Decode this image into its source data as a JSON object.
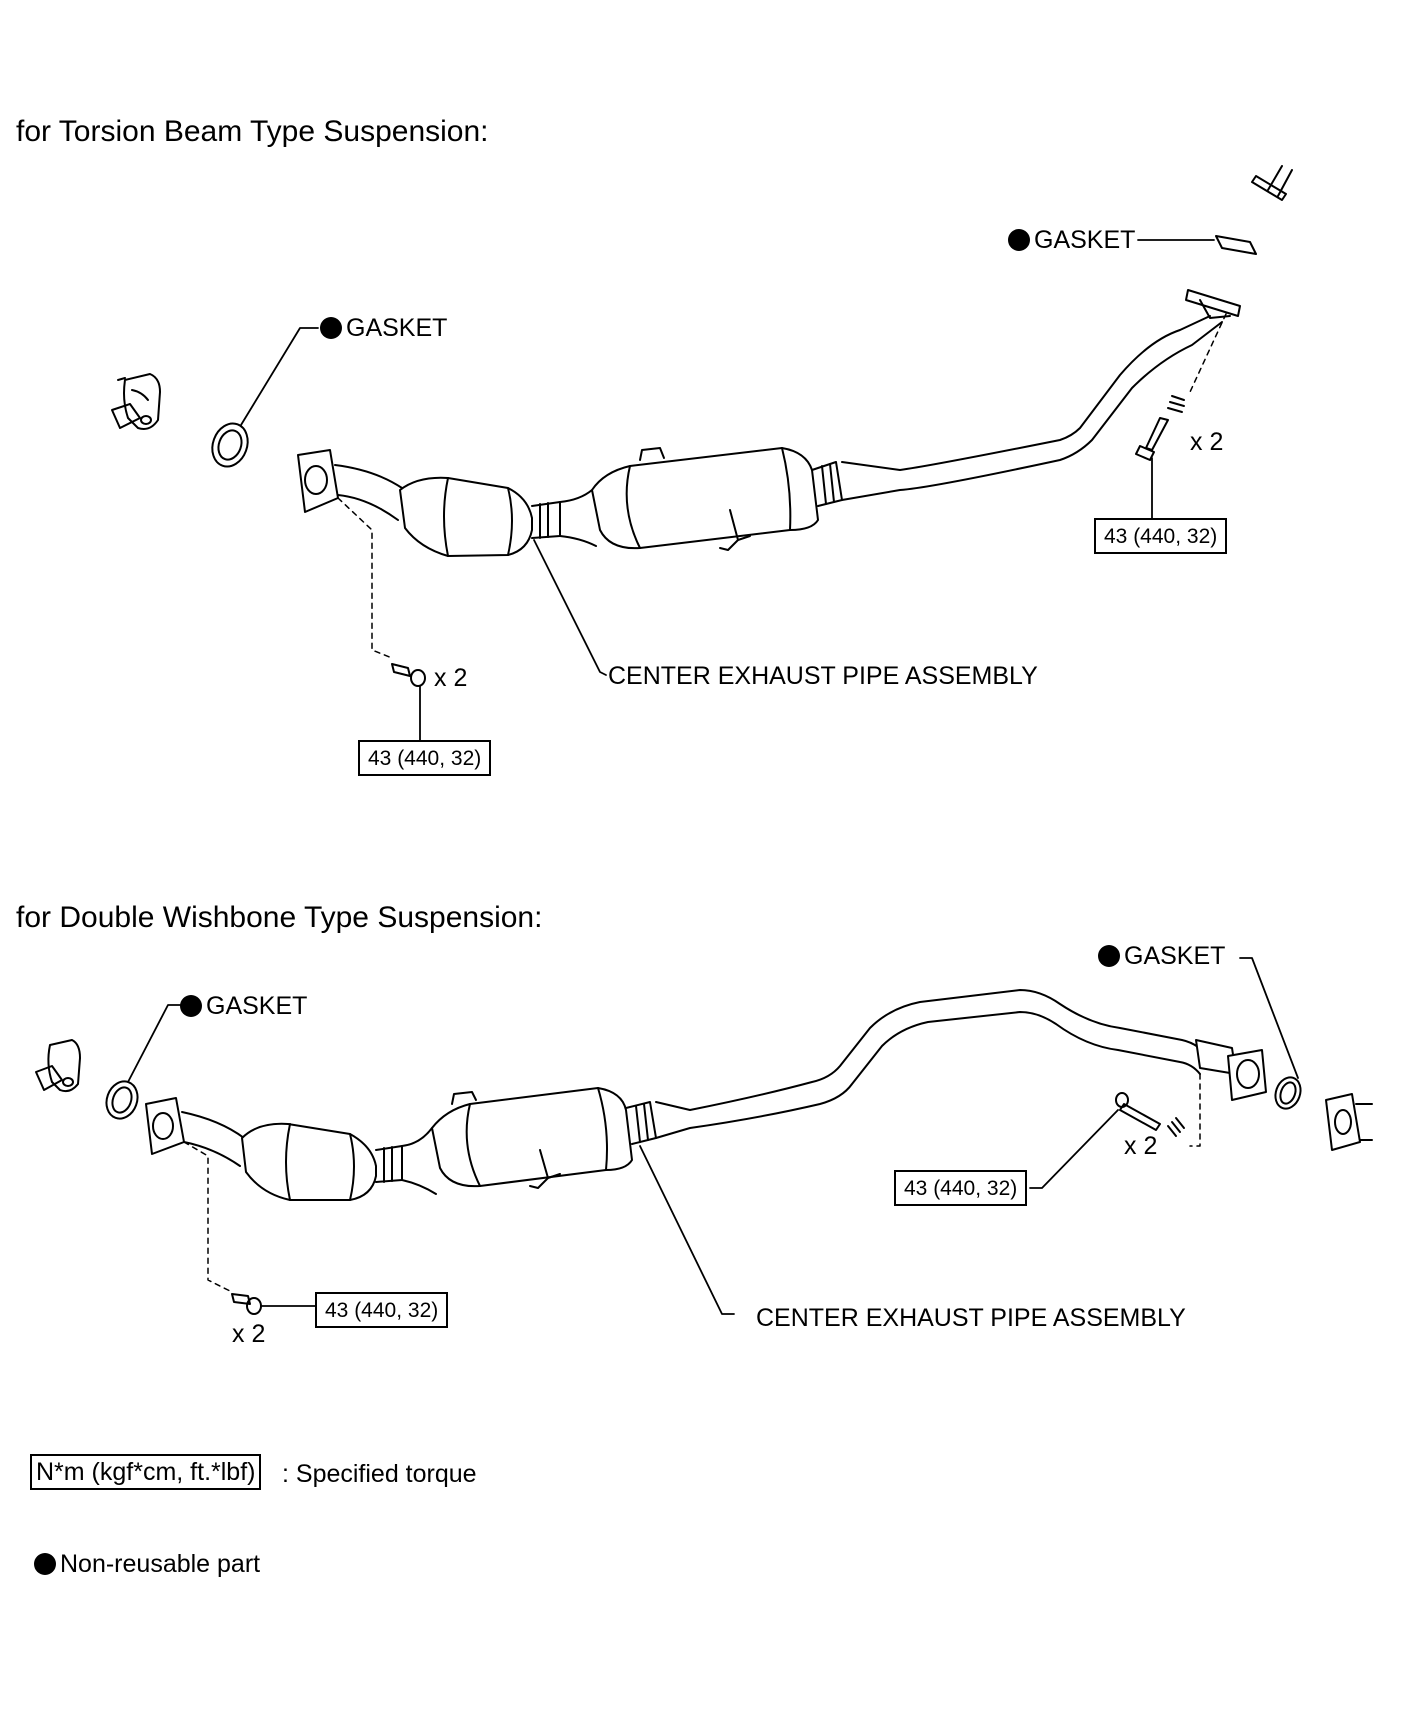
{
  "section_torsion": {
    "heading": "for Torsion Beam Type Suspension:",
    "gasket_front": "GASKET",
    "gasket_rear": "GASKET",
    "assembly_label": "CENTER EXHAUST PIPE ASSEMBLY",
    "torque_front": "43 (440, 32)",
    "torque_rear": "43 (440, 32)",
    "qty_front": "x 2",
    "qty_rear": "x 2"
  },
  "section_wishbone": {
    "heading": "for Double Wishbone Type Suspension:",
    "gasket_front": "GASKET",
    "gasket_rear": "GASKET",
    "assembly_label": "CENTER EXHAUST PIPE ASSEMBLY",
    "torque_front": "43 (440, 32)",
    "torque_rear": "43 (440, 32)",
    "qty_front": "x 2",
    "qty_rear": "x 2"
  },
  "legend": {
    "torque_unit": "N*m (kgf*cm, ft.*lbf)",
    "torque_desc": ": Specified torque",
    "non_reusable": "Non-reusable part"
  }
}
